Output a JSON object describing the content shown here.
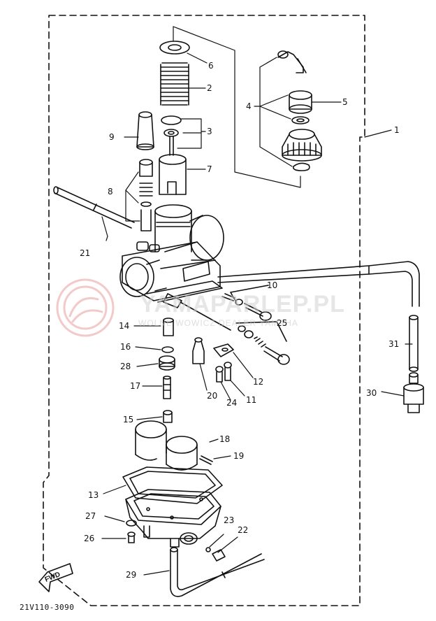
{
  "diagram": {
    "part_code": "21V110-3090",
    "watermark": {
      "main": "YAMAPARLEP.PL",
      "sub": "WOLNE WOWICZ DEALER YAMAHA"
    },
    "fwd_label": "FWD",
    "callouts": [
      {
        "id": "1",
        "label": "1"
      },
      {
        "id": "2",
        "label": "2"
      },
      {
        "id": "3",
        "label": "3"
      },
      {
        "id": "4",
        "label": "4"
      },
      {
        "id": "5",
        "label": "5"
      },
      {
        "id": "6",
        "label": "6"
      },
      {
        "id": "7",
        "label": "7"
      },
      {
        "id": "8",
        "label": "8"
      },
      {
        "id": "9",
        "label": "9"
      },
      {
        "id": "10",
        "label": "10"
      },
      {
        "id": "11",
        "label": "11"
      },
      {
        "id": "12",
        "label": "12"
      },
      {
        "id": "13",
        "label": "13"
      },
      {
        "id": "14",
        "label": "14"
      },
      {
        "id": "15",
        "label": "15"
      },
      {
        "id": "16",
        "label": "16"
      },
      {
        "id": "17",
        "label": "17"
      },
      {
        "id": "18",
        "label": "18"
      },
      {
        "id": "19",
        "label": "19"
      },
      {
        "id": "20",
        "label": "20"
      },
      {
        "id": "21",
        "label": "21"
      },
      {
        "id": "22",
        "label": "22"
      },
      {
        "id": "23",
        "label": "23"
      },
      {
        "id": "24",
        "label": "24"
      },
      {
        "id": "25",
        "label": "25"
      },
      {
        "id": "26",
        "label": "26"
      },
      {
        "id": "27",
        "label": "27"
      },
      {
        "id": "28",
        "label": "28"
      },
      {
        "id": "29",
        "label": "29"
      },
      {
        "id": "30",
        "label": "30"
      },
      {
        "id": "31",
        "label": "31"
      }
    ]
  }
}
